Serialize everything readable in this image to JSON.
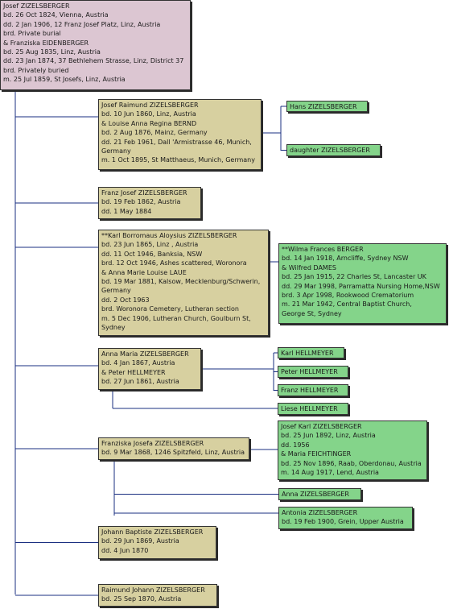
{
  "colors": {
    "root": "#dcc6d2",
    "child": "#d7d0a0",
    "grandchild": "#84d48a",
    "connector": "#1a2f80"
  },
  "root": {
    "lines": [
      "Josef ZIZELSBERGER",
      "bd. 26 Oct 1824, Vienna, Austria",
      "dd. 2 Jan 1906, 12 Franz Josef Platz, Linz, Austria",
      "brd. Private burial",
      "& Franziska EIDENBERGER",
      "bd. 25 Aug 1835, Linz, Austria",
      "dd. 23 Jan 1874, 37 Bethlehem Strasse, Linz, District 37",
      "brd. Privately buried",
      "m. 25 Jul 1859, St Josefs, Linz, Austria"
    ]
  },
  "children": [
    {
      "lines": [
        "Josef Raimund ZIZELSBERGER",
        "bd. 10 Jun 1860, Linz, Austria",
        "& Louise Anna Regina BERND",
        "bd. 2 Aug 1876, Mainz, Germany",
        "dd. 21 Feb 1961, Dall 'Armistrasse 46, Munich,",
        "Germany",
        "m. 1 Oct 1895, St Matthaeus, Munich, Germany"
      ],
      "grandchildren": [
        {
          "lines": [
            "Hans ZIZELSBERGER"
          ]
        },
        {
          "lines": [
            "daughter ZIZELSBERGER"
          ]
        }
      ]
    },
    {
      "lines": [
        "Franz Josef ZIZELSBERGER",
        "bd. 19 Feb 1862, Austria",
        "dd. 1 May 1884"
      ],
      "grandchildren": []
    },
    {
      "lines": [
        "**Karl Borromaus Aloysius ZIZELSBERGER",
        "bd. 23 Jun 1865, Linz , Austria",
        "dd. 11 Oct 1946, Banksia, NSW",
        "brd. 12 Oct 1946, Ashes scattered, Woronora",
        "& Anna Marie Louise LAUE",
        "bd. 19 Mar 1881, Kalsow, Mecklenburg/Schwerin,",
        "Germany",
        "dd. 2 Oct 1963",
        "brd. Woronora Cemetery, Lutheran section",
        "m. 5 Dec 1906, Lutheran Church, Goulburn St,",
        "Sydney"
      ],
      "grandchildren": [
        {
          "lines": [
            "**Wilma Frances BERGER",
            "bd. 14 Jan 1918, Arncliffe, Sydney NSW",
            "& Wilfred DAMES",
            "bd. 25 Jan 1915, 22 Charles St, Lancaster UK",
            "dd. 29 Mar 1998, Parramatta Nursing Home,NSW",
            "brd. 3 Apr 1998, Rookwood Crematorium",
            "m. 21 Mar 1942, Central Baptist Church,",
            "George St, Sydney"
          ]
        }
      ]
    },
    {
      "lines": [
        "Anna Maria ZIZELSBERGER",
        "bd. 4 Jan 1867, Austria",
        "& Peter HELLMEYER",
        "bd. 27 Jun 1861, Austria"
      ],
      "grandchildren": [
        {
          "lines": [
            "Karl HELLMEYER"
          ]
        },
        {
          "lines": [
            "Peter HELLMEYER"
          ]
        },
        {
          "lines": [
            "Franz HELLMEYER"
          ]
        },
        {
          "lines": [
            "Liese HELLMEYER"
          ]
        }
      ]
    },
    {
      "lines": [
        "Franziska Josefa ZIZELSBERGER",
        "bd. 9 Mar 1868, 1246 Spitzfeld, Linz, Austria"
      ],
      "grandchildren": [
        {
          "lines": [
            "Josef Karl ZIZELSBERGER",
            "bd. 25 Jun 1892, Linz, Austria",
            "dd. 1956",
            "& Maria FEICHTINGER",
            "bd. 25 Nov 1896, Raab, Oberdonau, Austria",
            "m. 14 Aug 1917, Lend, Austria"
          ]
        },
        {
          "lines": [
            "Anna ZIZELSBERGER"
          ]
        },
        {
          "lines": [
            "Antonia ZIZELSBERGER",
            "bd. 19 Feb 1900, Grein, Upper  Austria"
          ]
        }
      ]
    },
    {
      "lines": [
        "Johann Baptiste ZIZELSBERGER",
        "bd. 29 Jun 1869, Austria",
        "dd. 4 Jun 1870"
      ],
      "grandchildren": []
    },
    {
      "lines": [
        "Raimund Johann ZIZELSBERGER",
        "bd. 25 Sep 1870, Austria"
      ],
      "grandchildren": []
    }
  ]
}
